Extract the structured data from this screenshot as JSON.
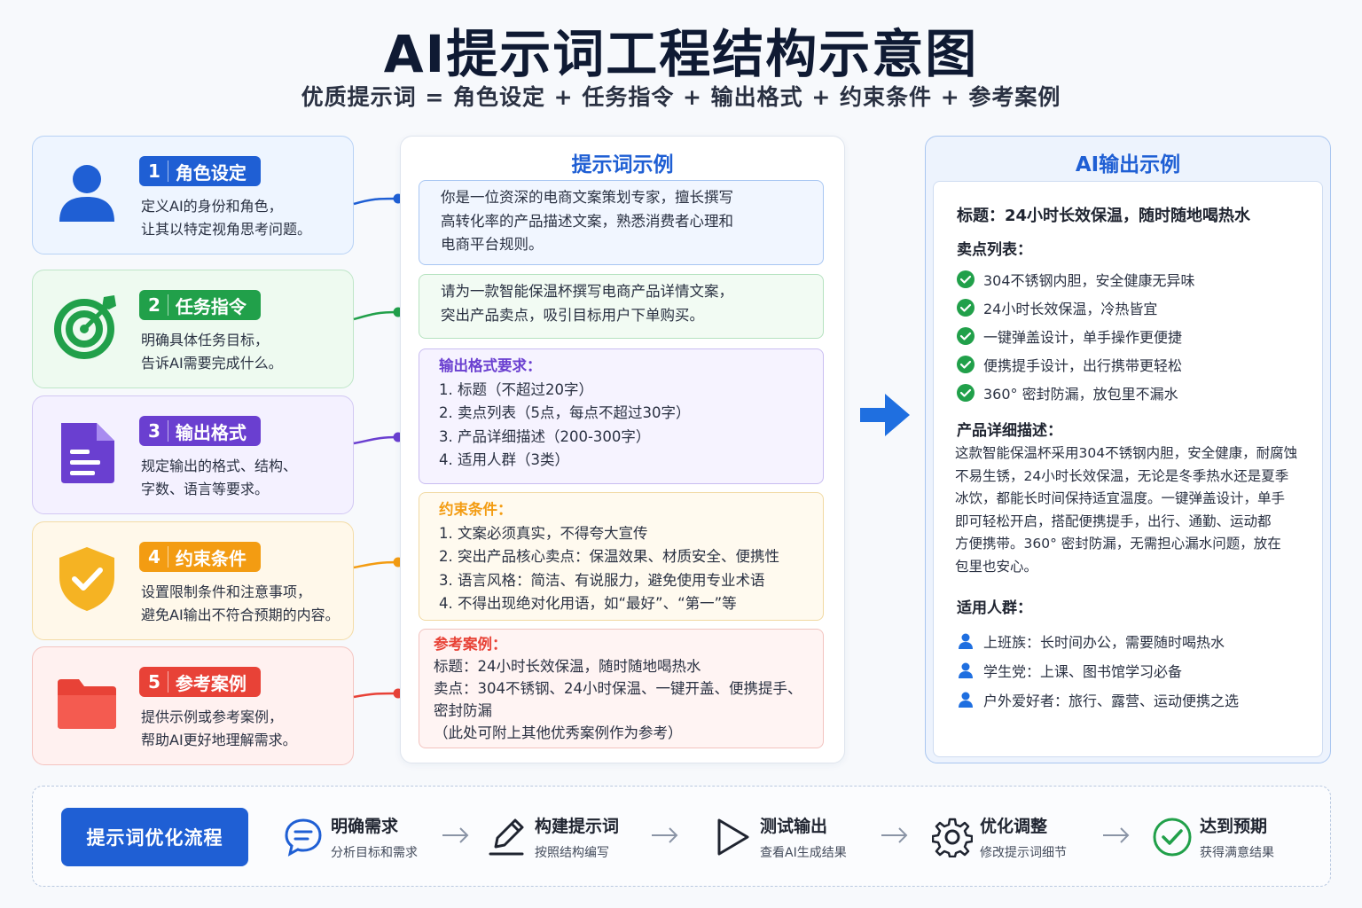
{
  "title": "AI提示词工程结构示意图",
  "subtitle": "优质提示词 = 角色设定 + 任务指令 + 输出格式 + 约束条件 + 参考案例",
  "colors": {
    "blue": "#1f5fd4",
    "green": "#21a04a",
    "purple": "#6a3fd0",
    "orange": "#f39c12",
    "red": "#e84237"
  },
  "components": [
    {
      "num": "1",
      "label": "角色设定",
      "icon": "person-icon",
      "desc1": "定义AI的身份和角色，",
      "desc2": "让其以特定视角思考问题。"
    },
    {
      "num": "2",
      "label": "任务指令",
      "icon": "target-icon",
      "desc1": "明确具体任务目标，",
      "desc2": "告诉AI需要完成什么。"
    },
    {
      "num": "3",
      "label": "输出格式",
      "icon": "document-icon",
      "desc1": "规定输出的格式、结构、",
      "desc2": "字数、语言等要求。"
    },
    {
      "num": "4",
      "label": "约束条件",
      "icon": "shield-check-icon",
      "desc1": "设置限制条件和注意事项，",
      "desc2": "避免AI输出不符合预期的内容。"
    },
    {
      "num": "5",
      "label": "参考案例",
      "icon": "folder-icon",
      "desc1": "提供示例或参考案例，",
      "desc2": "帮助AI更好地理解需求。"
    }
  ],
  "example": {
    "title": "提示词示例",
    "role_lines": [
      "你是一位资深的电商文案策划专家，擅长撰写",
      "高转化率的产品描述文案，熟悉消费者心理和",
      "电商平台规则。"
    ],
    "task_lines": [
      "请为一款智能保温杯撰写电商产品详情文案，",
      "突出产品卖点，吸引目标用户下单购买。"
    ],
    "format_head": "输出格式要求：",
    "format_lines": [
      "1. 标题（不超过20字）",
      "2. 卖点列表（5点，每点不超过30字）",
      "3. 产品详细描述（200-300字）",
      "4. 适用人群（3类）"
    ],
    "constraint_head": "约束条件：",
    "constraint_lines": [
      "1. 文案必须真实，不得夸大宣传",
      "2. 突出产品核心卖点：保温效果、材质安全、便携性",
      "3. 语言风格：简洁、有说服力，避免使用专业术语",
      "4. 不得出现绝对化用语，如“最好”、“第一”等"
    ],
    "reference_head": "参考案例：",
    "reference_lines": [
      "标题：24小时长效保温，随时随地喝热水",
      "卖点：304不锈钢、24小时保温、一键开盖、便携提手、",
      "密封防漏",
      "（此处可附上其他优秀案例作为参考）"
    ]
  },
  "output": {
    "title": "AI输出示例",
    "headline": "标题：24小时长效保温，随时随地喝热水",
    "points_head": "卖点列表：",
    "points": [
      "304不锈钢内胆，安全健康无异味",
      "24小时长效保温，冷热皆宜",
      "一键弹盖设计，单手操作更便捷",
      "便携提手设计，出行携带更轻松",
      "360° 密封防漏，放包里不漏水"
    ],
    "desc_head": "产品详细描述：",
    "desc_lines": [
      "这款智能保温杯采用304不锈钢内胆，安全健康，耐腐蚀",
      "不易生锈，24小时长效保温，无论是冬季热水还是夏季",
      "冰饮，都能长时间保持适宜温度。一键弹盖设计，单手",
      "即可轻松开启，搭配便携提手，出行、通勤、运动都",
      "方便携带。360° 密封防漏，无需担心漏水问题，放在",
      "包里也安心。"
    ],
    "audience_head": "适用人群：",
    "audience": [
      "上班族：长时间办公，需要随时喝热水",
      "学生党：上课、图书馆学习必备",
      "户外爱好者：旅行、露营、运动便携之选"
    ]
  },
  "flow": {
    "label": "提示词优化流程",
    "steps": [
      {
        "title": "明确需求",
        "sub": "分析目标和需求",
        "icon": "chat-icon"
      },
      {
        "title": "构建提示词",
        "sub": "按照结构编写",
        "icon": "pencil-icon"
      },
      {
        "title": "测试输出",
        "sub": "查看AI生成结果",
        "icon": "play-icon"
      },
      {
        "title": "优化调整",
        "sub": "修改提示词细节",
        "icon": "gear-icon"
      },
      {
        "title": "达到预期",
        "sub": "获得满意结果",
        "icon": "check-circle-icon"
      }
    ]
  }
}
